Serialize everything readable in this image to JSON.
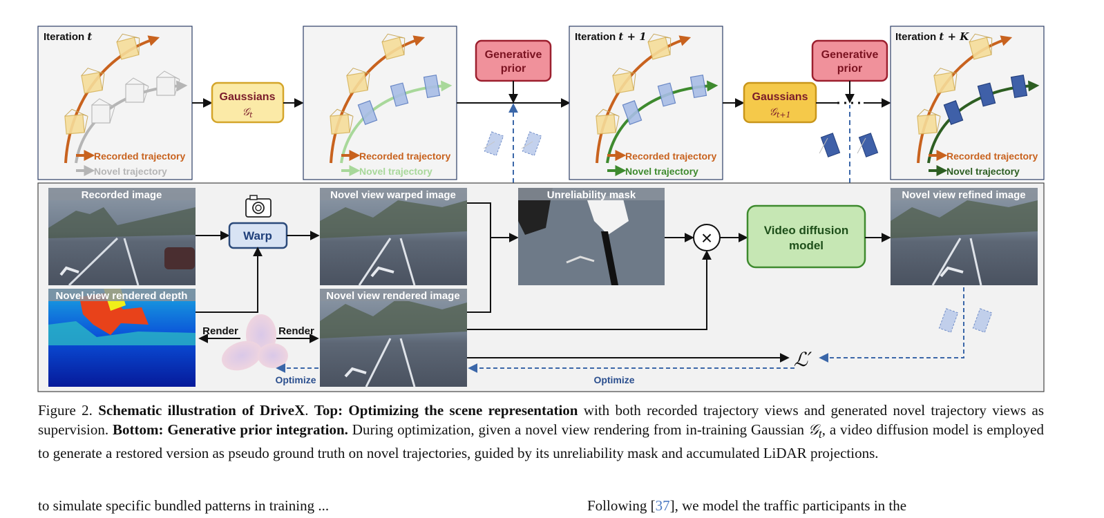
{
  "panels": {
    "iter_t": {
      "label": "Iteration ",
      "var": "t"
    },
    "iter_t1": {
      "label": "Iteration ",
      "var": "t + 1"
    },
    "iter_tk": {
      "label": "Iteration ",
      "var": "t + K"
    }
  },
  "legend": {
    "recorded": "Recorded trajectory",
    "novel": "Novel trajectory"
  },
  "boxes": {
    "gaussians": "Gaussians",
    "gaussians_t_sym": "𝒢",
    "gaussians_t_sub": "t",
    "gaussians_t1_sub": "t+1",
    "generative_prior_line1": "Generative",
    "generative_prior_line2": "prior",
    "warp": "Warp",
    "video_diffusion_line1": "Video diffusion",
    "video_diffusion_line2": "model"
  },
  "images": {
    "recorded": "Recorded image",
    "depth": "Novel view rendered depth",
    "warped": "Novel view warped image",
    "rendered": "Novel view rendered image",
    "mask": "Unreliability mask",
    "refined": "Novel view refined image"
  },
  "labels": {
    "render_left": "Render",
    "render_right": "Render",
    "optimize_left": "Optimize",
    "optimize_bottom": "Optimize",
    "loss": "ℒ′",
    "times": "×"
  },
  "caption": {
    "fig_num": "Figure 2. ",
    "title": "Schematic illustration of DriveX",
    "top_head": "Top: Optimizing the scene representation",
    "top_text": " with both recorded trajectory views and generated novel trajectory views as supervision. ",
    "bottom_head": "Bottom: Generative prior integration.",
    "bottom_text_1": " During optimization, given a novel view rendering from in-training Gaussian ",
    "gauss_sym": "𝒢",
    "gauss_sub": "t",
    "bottom_text_2": ", a video diffusion model is employed to generate a restored version as pseudo ground truth on novel trajectories, guided by its unreliability mask and accumulated LiDAR projections."
  },
  "body": {
    "left_line": "to simulate specific bundled patterns in training ...",
    "right_prefix": "Following [",
    "right_ref": "37",
    "right_suffix": "], we model the traffic participants in the"
  },
  "colors": {
    "orange": "#c8621e",
    "gray": "#b5b5b5",
    "lightgreen": "#a8d89a",
    "green": "#3e8a2e",
    "darkgreen": "#2d5e22",
    "navy": "#1f3f7a",
    "dashed": "#3a66a8"
  }
}
